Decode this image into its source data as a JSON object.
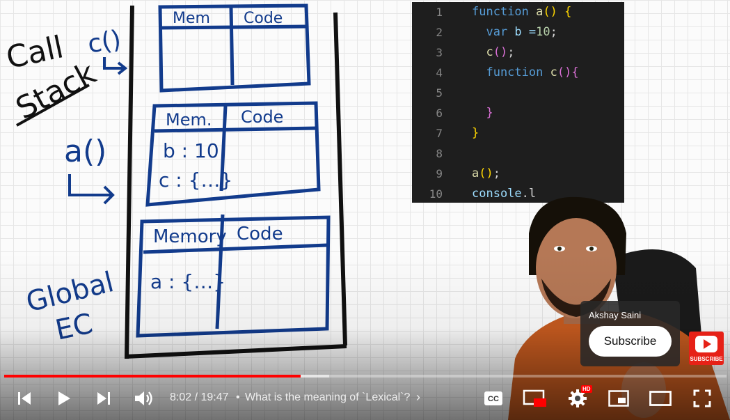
{
  "whiteboard": {
    "title_line1": "Call",
    "title_line2": "Stack",
    "frame_c_label": "c()",
    "frame_a_label": "a()",
    "global_label_line1": "Global",
    "global_label_line2": "EC",
    "frames": [
      {
        "mem_header": "Mem",
        "code_header": "Code",
        "entries": []
      },
      {
        "mem_header": "Mem.",
        "code_header": "Code",
        "entries": [
          "b : 10",
          "c : {…}"
        ]
      },
      {
        "mem_header": "Memory",
        "code_header": "Code",
        "entries": [
          "a : {…}"
        ]
      }
    ]
  },
  "code_panel": {
    "lines": [
      {
        "n": "1",
        "tokens": [
          {
            "t": "function",
            "c": "#569cd6"
          },
          {
            "t": " a",
            "c": "#dcdcaa"
          },
          {
            "t": "()",
            "c": "#ffd700"
          },
          {
            "t": " {",
            "c": "#ffd700"
          }
        ]
      },
      {
        "n": "2",
        "tokens": [
          {
            "t": "  var",
            "c": "#569cd6"
          },
          {
            "t": " b =",
            "c": "#9cdcfe"
          },
          {
            "t": "10",
            "c": "#b5cea8"
          },
          {
            "t": ";",
            "c": "#d4d4d4"
          }
        ]
      },
      {
        "n": "3",
        "tokens": [
          {
            "t": "  c",
            "c": "#dcdcaa"
          },
          {
            "t": "()",
            "c": "#da70d6"
          },
          {
            "t": ";",
            "c": "#d4d4d4"
          }
        ]
      },
      {
        "n": "4",
        "tokens": [
          {
            "t": "  function",
            "c": "#569cd6"
          },
          {
            "t": " c",
            "c": "#dcdcaa"
          },
          {
            "t": "()",
            "c": "#da70d6"
          },
          {
            "t": "{",
            "c": "#da70d6"
          }
        ]
      },
      {
        "n": "5",
        "tokens": []
      },
      {
        "n": "6",
        "tokens": [
          {
            "t": "  }",
            "c": "#da70d6"
          }
        ]
      },
      {
        "n": "7",
        "tokens": [
          {
            "t": "}",
            "c": "#ffd700"
          }
        ]
      },
      {
        "n": "8",
        "tokens": []
      },
      {
        "n": "9",
        "tokens": [
          {
            "t": "a",
            "c": "#dcdcaa"
          },
          {
            "t": "()",
            "c": "#ffd700"
          },
          {
            "t": ";",
            "c": "#d4d4d4"
          }
        ]
      },
      {
        "n": "10",
        "tokens": [
          {
            "t": "console",
            "c": "#9cdcfe"
          },
          {
            "t": ".l",
            "c": "#d4d4d4"
          }
        ]
      }
    ]
  },
  "player": {
    "progress_played": 0.41,
    "progress_buffered": 0.45,
    "time": "8:02 / 19:47",
    "separator": "•",
    "chapter_title": "What is the meaning of `Lexical`?",
    "chapter_chevron": "›",
    "hd_badge": "HD",
    "accent_color": "#ff0000",
    "icons": [
      "previous-icon",
      "play-icon",
      "next-icon",
      "volume-icon",
      "captions-icon",
      "autoplay-toggle-icon",
      "settings-icon",
      "miniplayer-icon",
      "theater-icon",
      "fullscreen-icon"
    ]
  },
  "subscribe_card": {
    "channel_name": "Akshay Saini",
    "button_label": "Subscribe"
  },
  "watermark": {
    "text": "SUBSCRIBE"
  }
}
